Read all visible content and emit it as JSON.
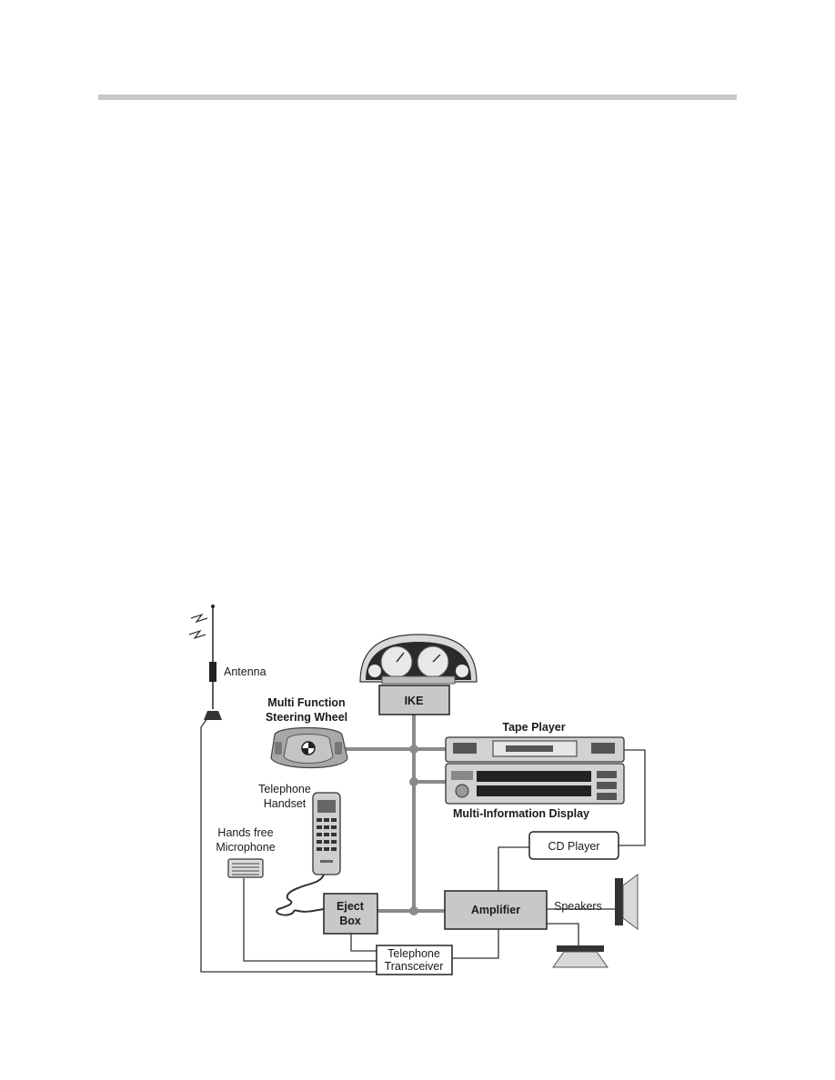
{
  "labels": {
    "antenna": "Antenna",
    "mfsw_line1": "Multi Function",
    "mfsw_line2": "Steering Wheel",
    "ike": "IKE",
    "tape_player": "Tape Player",
    "handset_line1": "Telephone",
    "handset_line2": "Handset",
    "mic_line1": "Hands free",
    "mic_line2": "Microphone",
    "mid": "Multi-Information Display",
    "cd_player": "CD Player",
    "eject_line1": "Eject",
    "eject_line2": "Box",
    "amplifier": "Amplifier",
    "speakers": "Speakers",
    "transceiver_line1": "Telephone",
    "transceiver_line2": "Transceiver"
  },
  "colors": {
    "box_fill": "#c8c8c8",
    "bus_line": "#8a8a8a",
    "wire": "#333333",
    "rule": "#c9c9c9"
  }
}
